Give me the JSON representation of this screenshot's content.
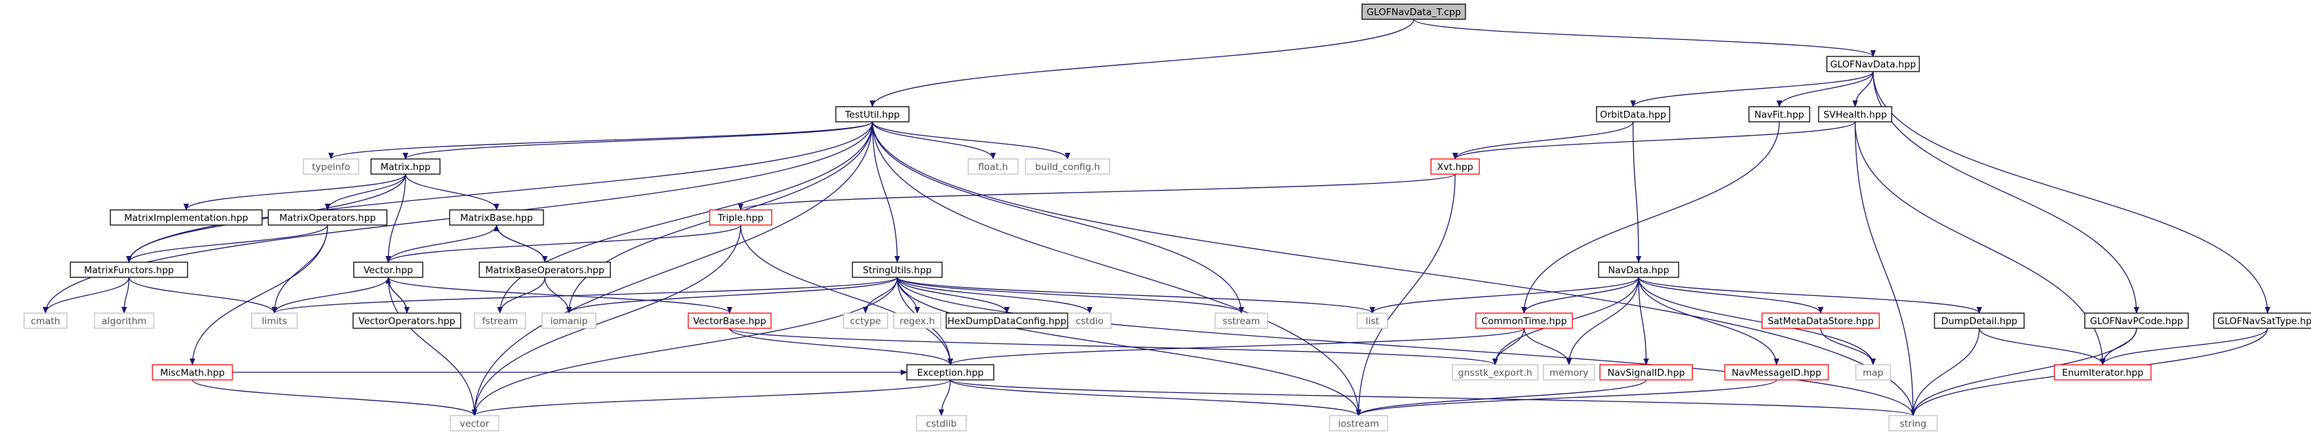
{
  "graph": {
    "root": "GLOFNavData_T.cpp",
    "nodes": [
      {
        "id": "root",
        "label": "GLOFNavData_T.cpp",
        "style": "root"
      },
      {
        "id": "gnd",
        "label": "GLOFNavData.hpp",
        "style": "normal"
      },
      {
        "id": "tu",
        "label": "TestUtil.hpp",
        "style": "normal"
      },
      {
        "id": "orbit",
        "label": "OrbitData.hpp",
        "style": "normal"
      },
      {
        "id": "navfit",
        "label": "NavFit.hpp",
        "style": "normal"
      },
      {
        "id": "svh",
        "label": "SVHealth.hpp",
        "style": "normal"
      },
      {
        "id": "typeinfo",
        "label": "typeinfo",
        "style": "system"
      },
      {
        "id": "matrix",
        "label": "Matrix.hpp",
        "style": "normal"
      },
      {
        "id": "floath",
        "label": "float.h",
        "style": "system"
      },
      {
        "id": "buildcfg",
        "label": "build_config.h",
        "style": "system"
      },
      {
        "id": "xvt",
        "label": "Xvt.hpp",
        "style": "truncated"
      },
      {
        "id": "matimpl",
        "label": "MatrixImplementation.hpp",
        "style": "normal"
      },
      {
        "id": "matops",
        "label": "MatrixOperators.hpp",
        "style": "normal"
      },
      {
        "id": "matbase",
        "label": "MatrixBase.hpp",
        "style": "normal"
      },
      {
        "id": "triple",
        "label": "Triple.hpp",
        "style": "truncated"
      },
      {
        "id": "matfun",
        "label": "MatrixFunctors.hpp",
        "style": "normal"
      },
      {
        "id": "vec",
        "label": "Vector.hpp",
        "style": "normal"
      },
      {
        "id": "mbops",
        "label": "MatrixBaseOperators.hpp",
        "style": "normal"
      },
      {
        "id": "strutil",
        "label": "StringUtils.hpp",
        "style": "normal"
      },
      {
        "id": "navdata",
        "label": "NavData.hpp",
        "style": "normal"
      },
      {
        "id": "cmath",
        "label": "cmath",
        "style": "system"
      },
      {
        "id": "algorithm",
        "label": "algorithm",
        "style": "system"
      },
      {
        "id": "limits",
        "label": "limits",
        "style": "system"
      },
      {
        "id": "vecops",
        "label": "VectorOperators.hpp",
        "style": "normal"
      },
      {
        "id": "fstream",
        "label": "fstream",
        "style": "system"
      },
      {
        "id": "iomanip",
        "label": "iomanip",
        "style": "system"
      },
      {
        "id": "vecbase",
        "label": "VectorBase.hpp",
        "style": "truncated"
      },
      {
        "id": "cctype",
        "label": "cctype",
        "style": "system"
      },
      {
        "id": "regex",
        "label": "regex.h",
        "style": "system"
      },
      {
        "id": "hexdump",
        "label": "HexDumpDataConfig.hpp",
        "style": "normal"
      },
      {
        "id": "cstdio",
        "label": "cstdio",
        "style": "system"
      },
      {
        "id": "sstream",
        "label": "sstream",
        "style": "system"
      },
      {
        "id": "list",
        "label": "list",
        "style": "system"
      },
      {
        "id": "commontime",
        "label": "CommonTime.hpp",
        "style": "truncated"
      },
      {
        "id": "satmeta",
        "label": "SatMetaDataStore.hpp",
        "style": "truncated"
      },
      {
        "id": "dumpdetail",
        "label": "DumpDetail.hpp",
        "style": "normal"
      },
      {
        "id": "glofnavpc",
        "label": "GLOFNavPCode.hpp",
        "style": "normal"
      },
      {
        "id": "glofnavsat",
        "label": "GLOFNavSatType.hpp",
        "style": "normal"
      },
      {
        "id": "miscmath",
        "label": "MiscMath.hpp",
        "style": "truncated"
      },
      {
        "id": "exception",
        "label": "Exception.hpp",
        "style": "normal"
      },
      {
        "id": "gnsstk",
        "label": "gnsstk_export.h",
        "style": "system"
      },
      {
        "id": "memory",
        "label": "memory",
        "style": "system"
      },
      {
        "id": "navsig",
        "label": "NavSignalID.hpp",
        "style": "truncated"
      },
      {
        "id": "navmsg",
        "label": "NavMessageID.hpp",
        "style": "truncated"
      },
      {
        "id": "map",
        "label": "map",
        "style": "system"
      },
      {
        "id": "enumiter",
        "label": "EnumIterator.hpp",
        "style": "truncated"
      },
      {
        "id": "vector",
        "label": "vector",
        "style": "system"
      },
      {
        "id": "cstdlib",
        "label": "cstdlib",
        "style": "system"
      },
      {
        "id": "iostream",
        "label": "iostream",
        "style": "system"
      },
      {
        "id": "string",
        "label": "string",
        "style": "system"
      }
    ],
    "edges": [
      [
        "root",
        "tu"
      ],
      [
        "root",
        "gnd"
      ],
      [
        "gnd",
        "orbit"
      ],
      [
        "gnd",
        "navfit"
      ],
      [
        "gnd",
        "svh"
      ],
      [
        "gnd",
        "glofnavpc"
      ],
      [
        "gnd",
        "glofnavsat"
      ],
      [
        "tu",
        "typeinfo"
      ],
      [
        "tu",
        "matrix"
      ],
      [
        "tu",
        "floath"
      ],
      [
        "tu",
        "buildcfg"
      ],
      [
        "tu",
        "strutil"
      ],
      [
        "tu",
        "sstream"
      ],
      [
        "tu",
        "iostream"
      ],
      [
        "tu",
        "string"
      ],
      [
        "tu",
        "cmath"
      ],
      [
        "tu",
        "vector"
      ],
      [
        "tu",
        "fstream"
      ],
      [
        "tu",
        "iomanip"
      ],
      [
        "tu",
        "matfun"
      ],
      [
        "orbit",
        "xvt"
      ],
      [
        "orbit",
        "navdata"
      ],
      [
        "navfit",
        "commontime"
      ],
      [
        "svh",
        "xvt"
      ],
      [
        "svh",
        "string"
      ],
      [
        "svh",
        "enumiter"
      ],
      [
        "matrix",
        "matimpl"
      ],
      [
        "matrix",
        "matops"
      ],
      [
        "matrix",
        "matbase"
      ],
      [
        "matrix",
        "vec"
      ],
      [
        "matrix",
        "matfun"
      ],
      [
        "xvt",
        "triple"
      ],
      [
        "xvt",
        "iostream"
      ],
      [
        "matops",
        "matfun"
      ],
      [
        "matops",
        "miscmath"
      ],
      [
        "matops",
        "limits"
      ],
      [
        "matbase",
        "vec"
      ],
      [
        "matbase",
        "mbops"
      ],
      [
        "mbops",
        "matbase"
      ],
      [
        "mbops",
        "fstream"
      ],
      [
        "mbops",
        "iomanip"
      ],
      [
        "triple",
        "vec"
      ],
      [
        "triple",
        "vector"
      ],
      [
        "triple",
        "exception"
      ],
      [
        "matfun",
        "cmath"
      ],
      [
        "matfun",
        "algorithm"
      ],
      [
        "matfun",
        "limits"
      ],
      [
        "vec",
        "limits"
      ],
      [
        "vec",
        "vecops"
      ],
      [
        "vec",
        "vecbase"
      ],
      [
        "vec",
        "vector"
      ],
      [
        "vecops",
        "vec"
      ],
      [
        "vecbase",
        "exception"
      ],
      [
        "vecbase",
        "gnsstk"
      ],
      [
        "miscmath",
        "exception"
      ],
      [
        "miscmath",
        "vector"
      ],
      [
        "strutil",
        "limits"
      ],
      [
        "strutil",
        "iomanip"
      ],
      [
        "strutil",
        "cctype"
      ],
      [
        "strutil",
        "regex"
      ],
      [
        "strutil",
        "hexdump"
      ],
      [
        "strutil",
        "cstdio"
      ],
      [
        "strutil",
        "sstream"
      ],
      [
        "strutil",
        "list"
      ],
      [
        "strutil",
        "string"
      ],
      [
        "strutil",
        "iostream"
      ],
      [
        "strutil",
        "exception"
      ],
      [
        "strutil",
        "vector"
      ],
      [
        "navdata",
        "list"
      ],
      [
        "navdata",
        "commontime"
      ],
      [
        "navdata",
        "satmeta"
      ],
      [
        "navdata",
        "dumpdetail"
      ],
      [
        "navdata",
        "gnsstk"
      ],
      [
        "navdata",
        "memory"
      ],
      [
        "navdata",
        "navsig"
      ],
      [
        "navdata",
        "navmsg"
      ],
      [
        "navdata",
        "map"
      ],
      [
        "commontime",
        "exception"
      ],
      [
        "commontime",
        "gnsstk"
      ],
      [
        "commontime",
        "memory"
      ],
      [
        "satmeta",
        "map"
      ],
      [
        "dumpdetail",
        "enumiter"
      ],
      [
        "dumpdetail",
        "string"
      ],
      [
        "glofnavpc",
        "enumiter"
      ],
      [
        "glofnavpc",
        "string"
      ],
      [
        "glofnavsat",
        "enumiter"
      ],
      [
        "glofnavsat",
        "string"
      ],
      [
        "exception",
        "vector"
      ],
      [
        "exception",
        "cstdlib"
      ],
      [
        "exception",
        "iostream"
      ],
      [
        "exception",
        "string"
      ],
      [
        "navsig",
        "iostream"
      ],
      [
        "navmsg",
        "iostream"
      ]
    ]
  },
  "colors": {
    "edge": "#191970",
    "normal_border": "#000000",
    "truncated_border": "#ff0000",
    "system_border": "#bfbfbf",
    "system_text": "#555555",
    "root_fill": "#bfbfbf"
  }
}
